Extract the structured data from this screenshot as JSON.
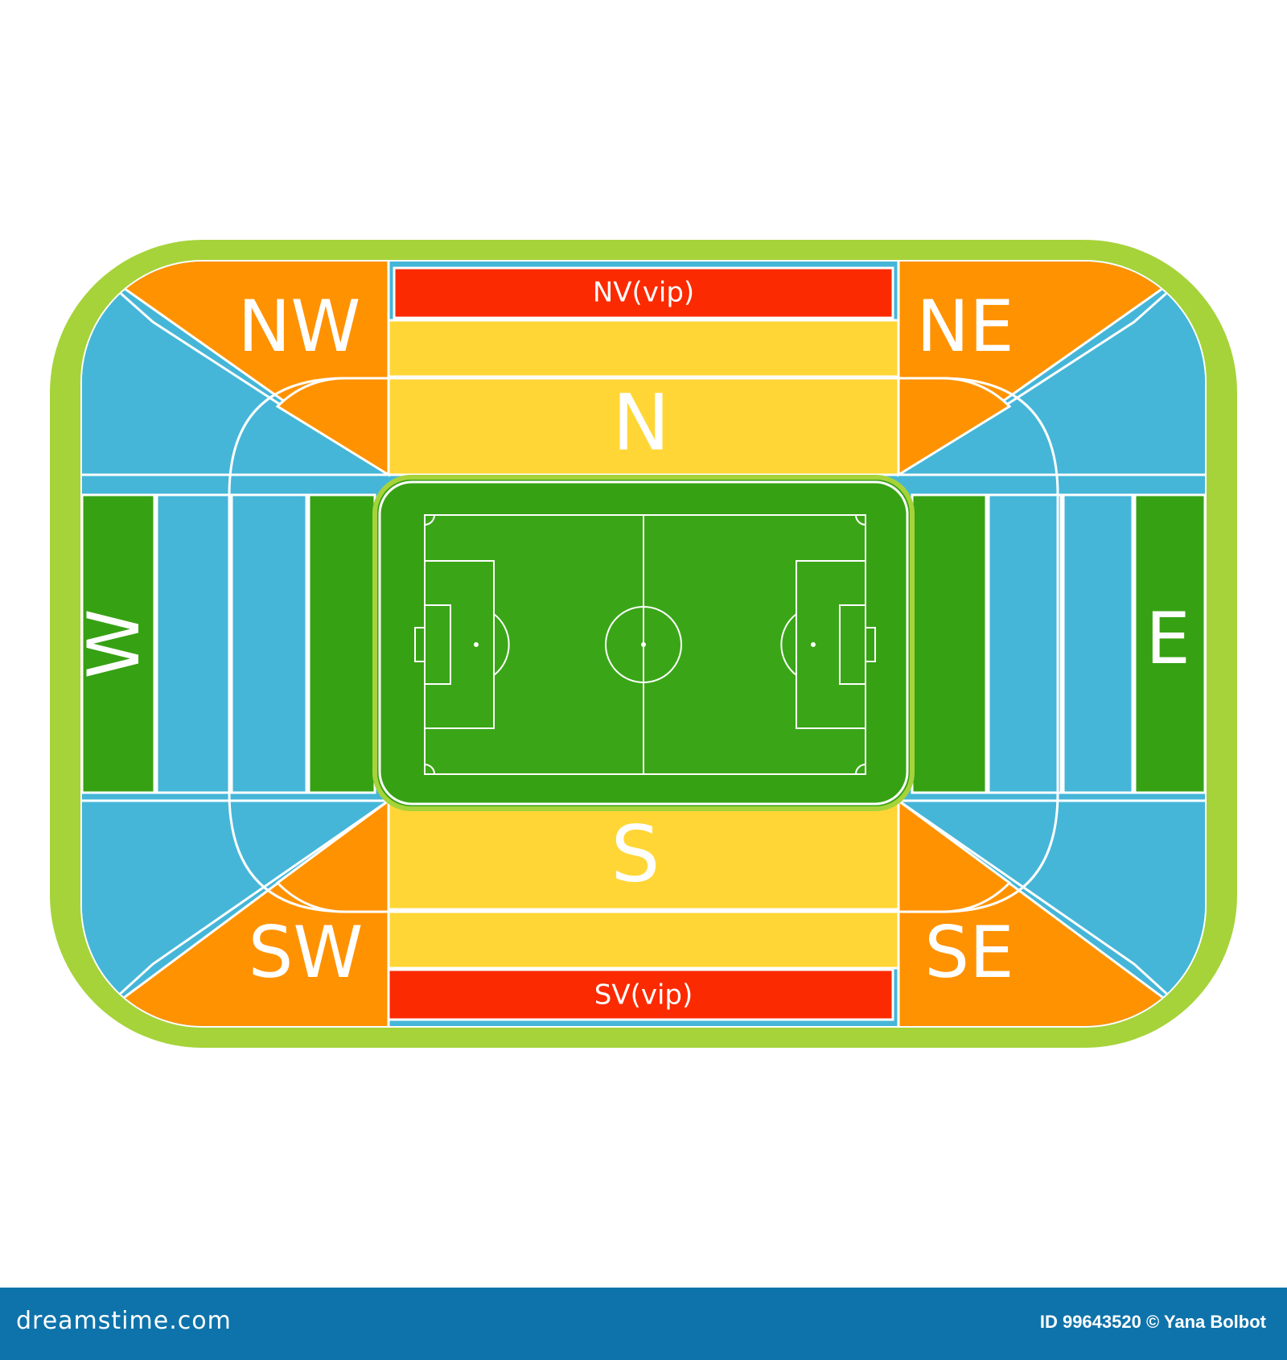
{
  "colors": {
    "outer_ring": "#a6d33a",
    "orange": "#ff9200",
    "yellow": "#ffd635",
    "red": "#fb2a00",
    "blue": "#45b6d8",
    "green": "#37a114",
    "pitch": "#3aa617",
    "line": "#ffffff",
    "footer": "#0e73aa"
  },
  "sections": {
    "nv_vip": "NV(vip)",
    "sv_vip": "SV(vip)",
    "n": "N",
    "s": "S",
    "w": "W",
    "e": "E",
    "nw": "NW",
    "ne": "NE",
    "sw": "SW",
    "se": "SE"
  },
  "footer": {
    "brand": "dreamstime.com",
    "credit": "ID 99643520 © Yana Bolbot"
  }
}
